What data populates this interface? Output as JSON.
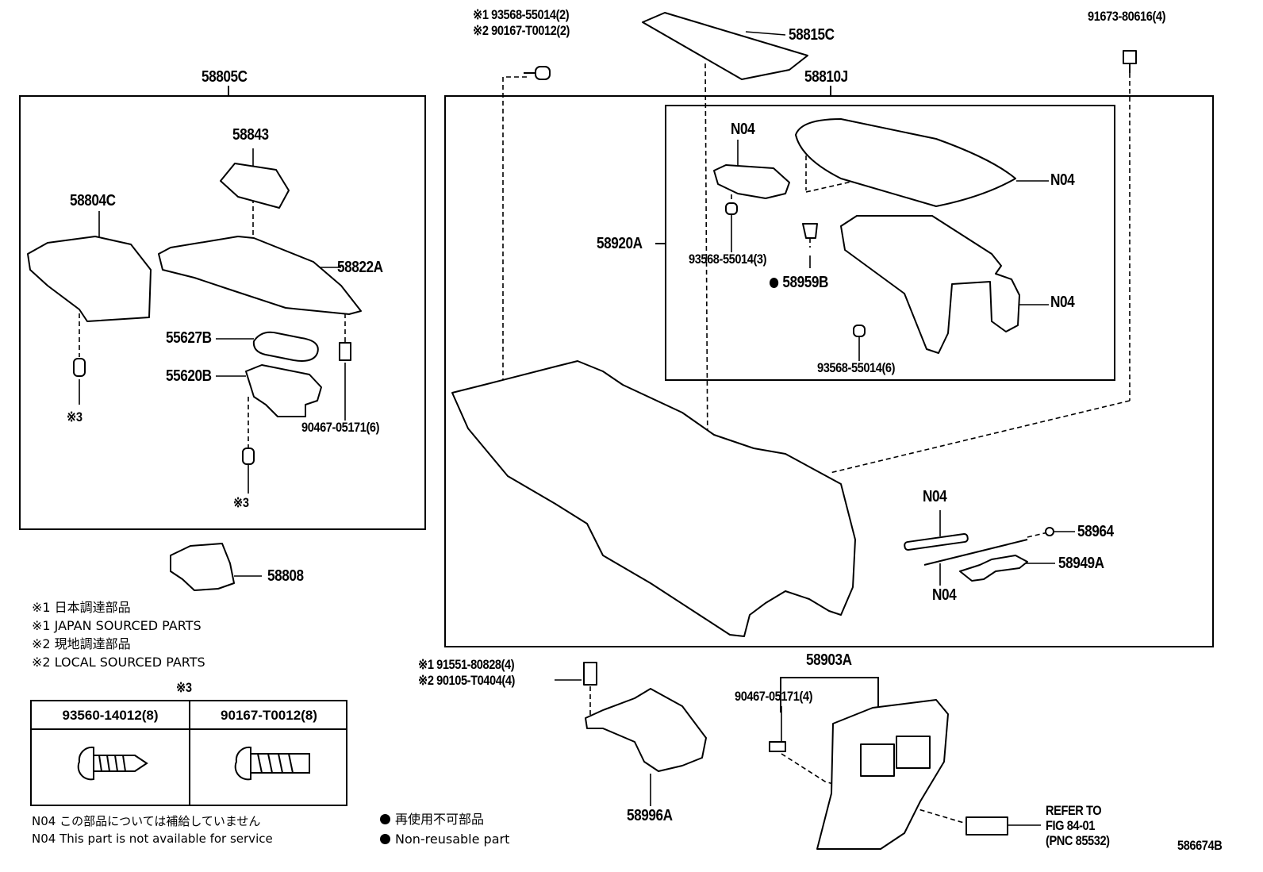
{
  "parts": {
    "p58805C": "58805C",
    "p58843": "58843",
    "p58804C": "58804C",
    "p58822A": "58822A",
    "p55627B": "55627B",
    "p55620B": "55620B",
    "p90467_6": "90467-05171(6)",
    "p58808": "58808",
    "p58815C": "58815C",
    "p58810J": "58810J",
    "p91673": "91673-80616(4)",
    "p58920A": "58920A",
    "n04_a": "N04",
    "n04_b": "N04",
    "n04_c": "N04",
    "n04_d": "N04",
    "n04_e": "N04",
    "p93568_3": "93568-55014(3)",
    "p58959B": "58959B",
    "p93568_6": "93568-55014(6)",
    "p58964": "58964",
    "p58949A": "58949A",
    "p58903A": "58903A",
    "p90467_4": "90467-05171(4)",
    "p58996A": "58996A",
    "refer1": "REFER TO",
    "refer2": "FIG 84-01",
    "refer3": "(PNC 85532)",
    "top1": "※1 93568-55014(2)",
    "top2": "※2 90167-T0012(2)",
    "bot1": "※1 91551-80828(4)",
    "bot2": "※2 90105-T0404(4)",
    "ref3a": "※3",
    "ref3b": "※3",
    "fig_no": "586674B"
  },
  "notes": {
    "jp1": "※1 日本調達部品",
    "en1": "※1 JAPAN SOURCED PARTS",
    "jp2": "※2 現地調達部品",
    "en2": "※2 LOCAL SOURCED PARTS",
    "tab_title": "※3",
    "tab_col1": "93560-14012(8)",
    "tab_col2": "90167-T0012(8)",
    "n04_jp": "N04 この部品については補給していません",
    "n04_en": "N04 This part is not available for service",
    "nonreuse_jp": "再使用不可部品",
    "nonreuse_en": "Non-reusable part"
  }
}
